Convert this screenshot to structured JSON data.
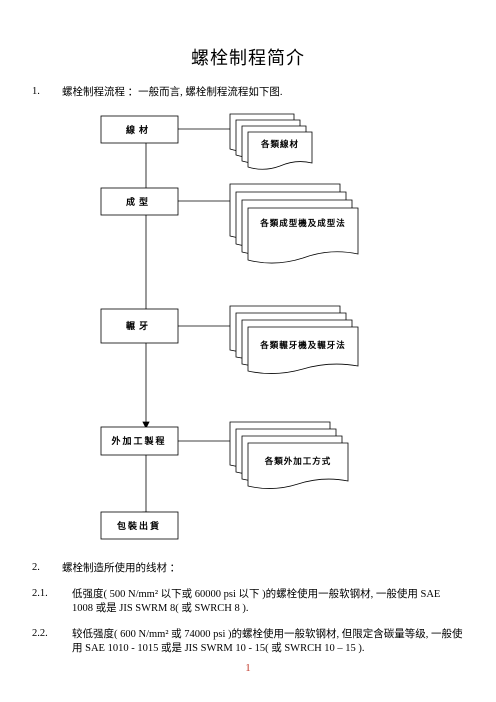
{
  "title": "螺栓制程简介",
  "section1": {
    "num": "1.",
    "text": "螺栓制程流程 ：一般而言, 螺栓制程流程如下图."
  },
  "flowchart": {
    "steps": [
      "線材",
      "成型",
      "輾牙",
      "外加工製程",
      "包裝出貨"
    ],
    "docs": [
      "各類線材",
      "各類成型機及成型法",
      "各類輾牙機及輾牙法",
      "各類外加工方式"
    ]
  },
  "section2": {
    "num": "2.",
    "text": "螺栓制造所使用的线材 ："
  },
  "item21": {
    "num": "2.1.",
    "line1": "低强度( 500 N/mm² 以下或 60000 psi 以下 )的螺栓使用一般软钢材, 一般使用 SAE",
    "line2": "1008 或是 JIS SWRM 8( 或 SWRCH 8 )."
  },
  "item22": {
    "num": "2.2.",
    "line1": "较低强度( 600 N/mm² 或 74000 psi )的螺栓使用一般软钢材, 但限定含碳量等级, 一般使",
    "line2": "用 SAE 1010 - 1015 或是 JIS SWRM 10 - 15( 或 SWRCH 10 – 15 )."
  },
  "page_number": "1"
}
